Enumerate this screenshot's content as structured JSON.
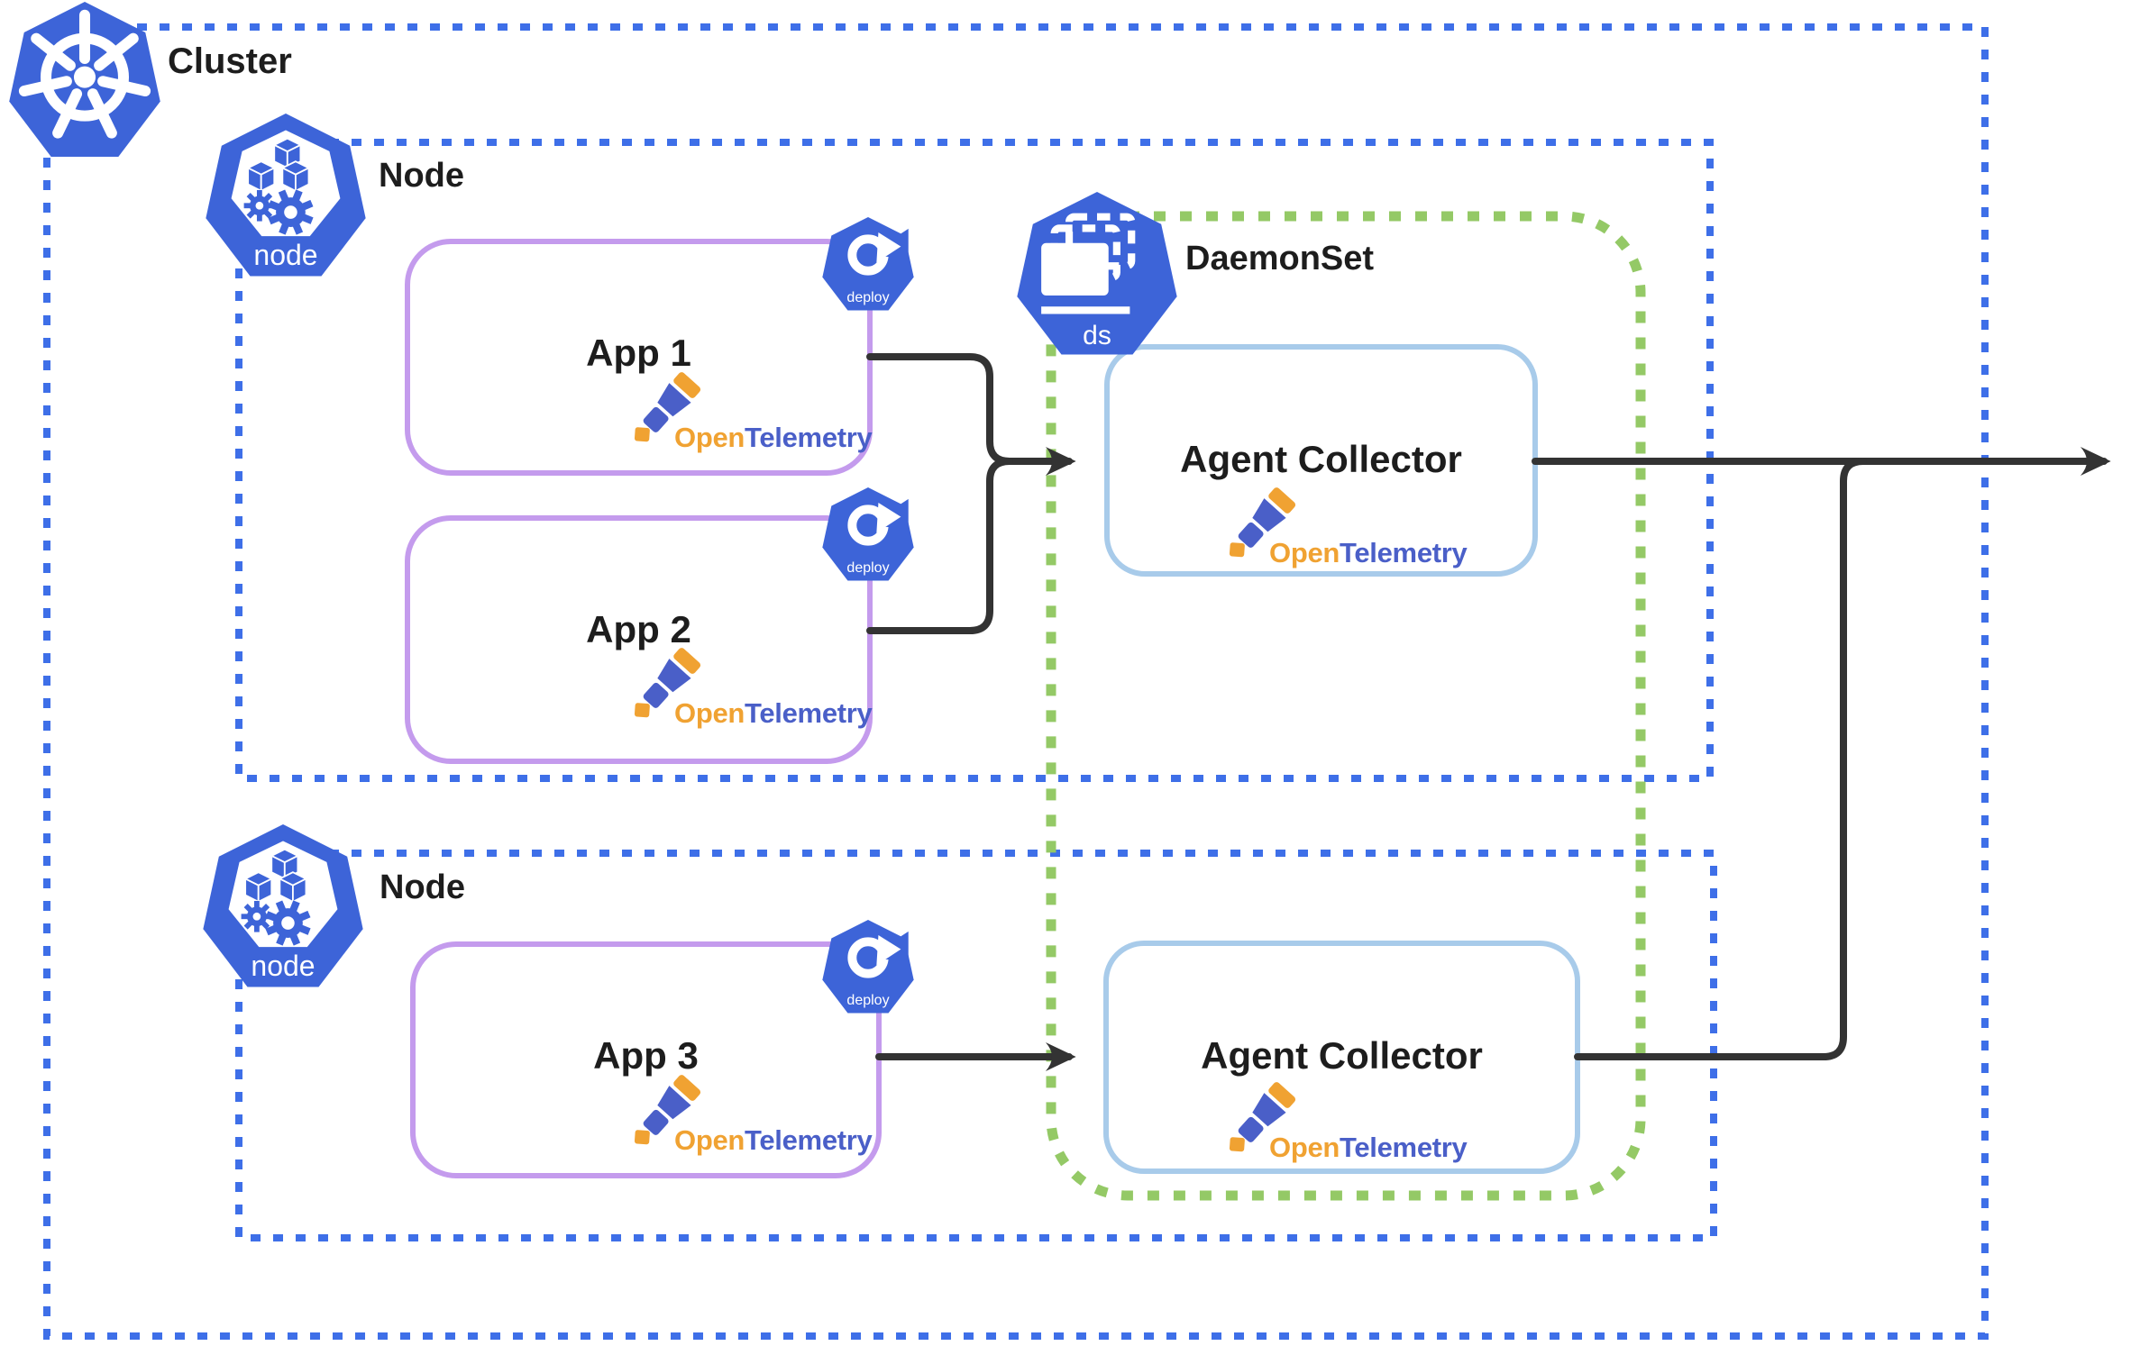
{
  "cluster": {
    "label": "Cluster"
  },
  "nodes": [
    {
      "label": "Node",
      "icon_text": "node"
    },
    {
      "label": "Node",
      "icon_text": "node"
    }
  ],
  "daemonset": {
    "label": "DaemonSet",
    "icon_text": "ds"
  },
  "apps": [
    {
      "label": "App 1",
      "badge_text": "deploy"
    },
    {
      "label": "App 2",
      "badge_text": "deploy"
    },
    {
      "label": "App 3",
      "badge_text": "deploy"
    }
  ],
  "collectors": [
    {
      "label": "Agent Collector"
    },
    {
      "label": "Agent Collector"
    }
  ],
  "otel": {
    "part1": "Open",
    "part2": "Telemetry"
  },
  "colors": {
    "kubernetes_blue": "#3D64D8",
    "dotted_border_blue": "#3E6FE8",
    "daemonset_green": "#94C966",
    "app_border_purple": "#C49BED",
    "collector_border_blue": "#A8CBEA",
    "arrow_dark": "#333333",
    "otel_orange": "#F0A232",
    "otel_blue": "#4A5FC8",
    "label_text": "#1D1D1D"
  }
}
